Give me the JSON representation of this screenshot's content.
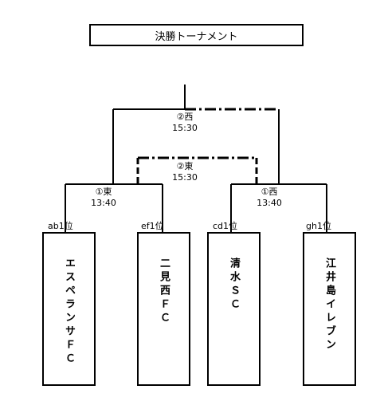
{
  "title": "決勝トーナメント",
  "matches": {
    "final": {
      "venue": "②西",
      "time": "15:30"
    },
    "third_place": {
      "venue": "②東",
      "time": "15:30"
    },
    "semi_left": {
      "venue": "①東",
      "time": "13:40"
    },
    "semi_right": {
      "venue": "①西",
      "time": "13:40"
    }
  },
  "teams": [
    {
      "seed": "ab1位",
      "name": "エスペランサＦＣ"
    },
    {
      "seed": "ef1位",
      "name": "二見西ＦＣ"
    },
    {
      "seed": "cd1位",
      "name": "清水ＳＣ"
    },
    {
      "seed": "gh1位",
      "name": "江井島イレブン"
    }
  ]
}
